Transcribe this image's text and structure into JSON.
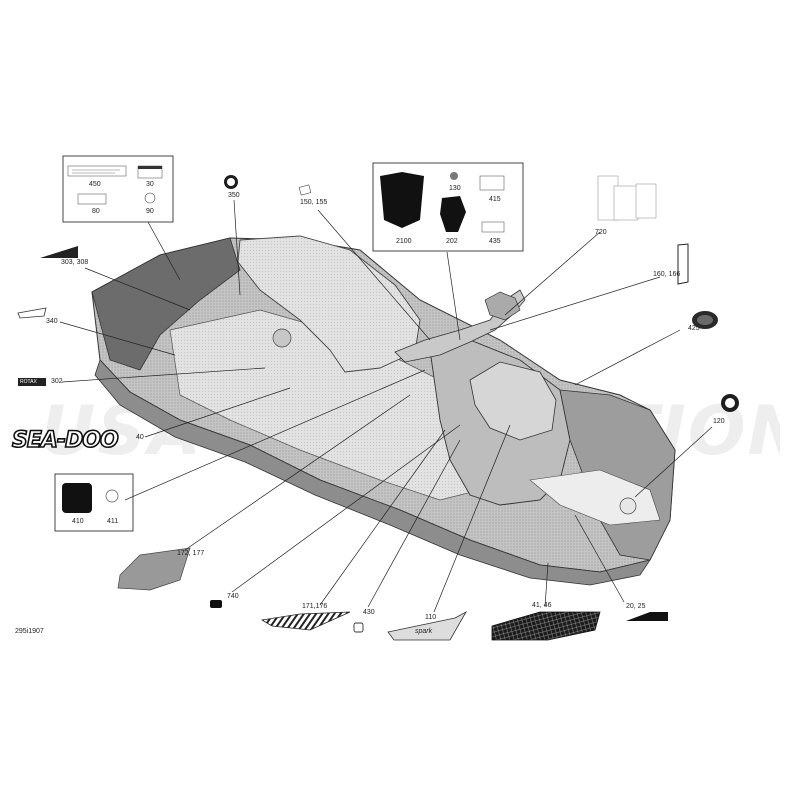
{
  "diagram_code": "295i1907",
  "brand_logo_text": "SEA-DOO",
  "watermark_text": "USA PARTS NATION",
  "colors": {
    "line": "#222222",
    "hull_light": "#d9d9d9",
    "hull_mid": "#b5b5b5",
    "hull_dark": "#6f6f6f",
    "accent": "#111111"
  },
  "part_labels": {
    "p450": "450",
    "p30": "30",
    "p80": "80",
    "p90": "90",
    "p350": "350",
    "p150": "150, 155",
    "p130": "130",
    "p415": "415",
    "p2100": "2100",
    "p202": "202",
    "p435": "435",
    "p720": "720",
    "p160": "160, 166",
    "p425": "425",
    "p120": "120",
    "p303": "303, 308",
    "p340": "340",
    "p302": "302",
    "p40": "40",
    "p410": "410",
    "p411": "411",
    "p172": "172, 177",
    "p740": "740",
    "p171": "171,176",
    "p430": "430",
    "p110": "110",
    "p4146": "41, 46",
    "p2025": "20, 25"
  },
  "small_decal_text": {
    "rotax": "ROTAX",
    "spark": "spark"
  }
}
